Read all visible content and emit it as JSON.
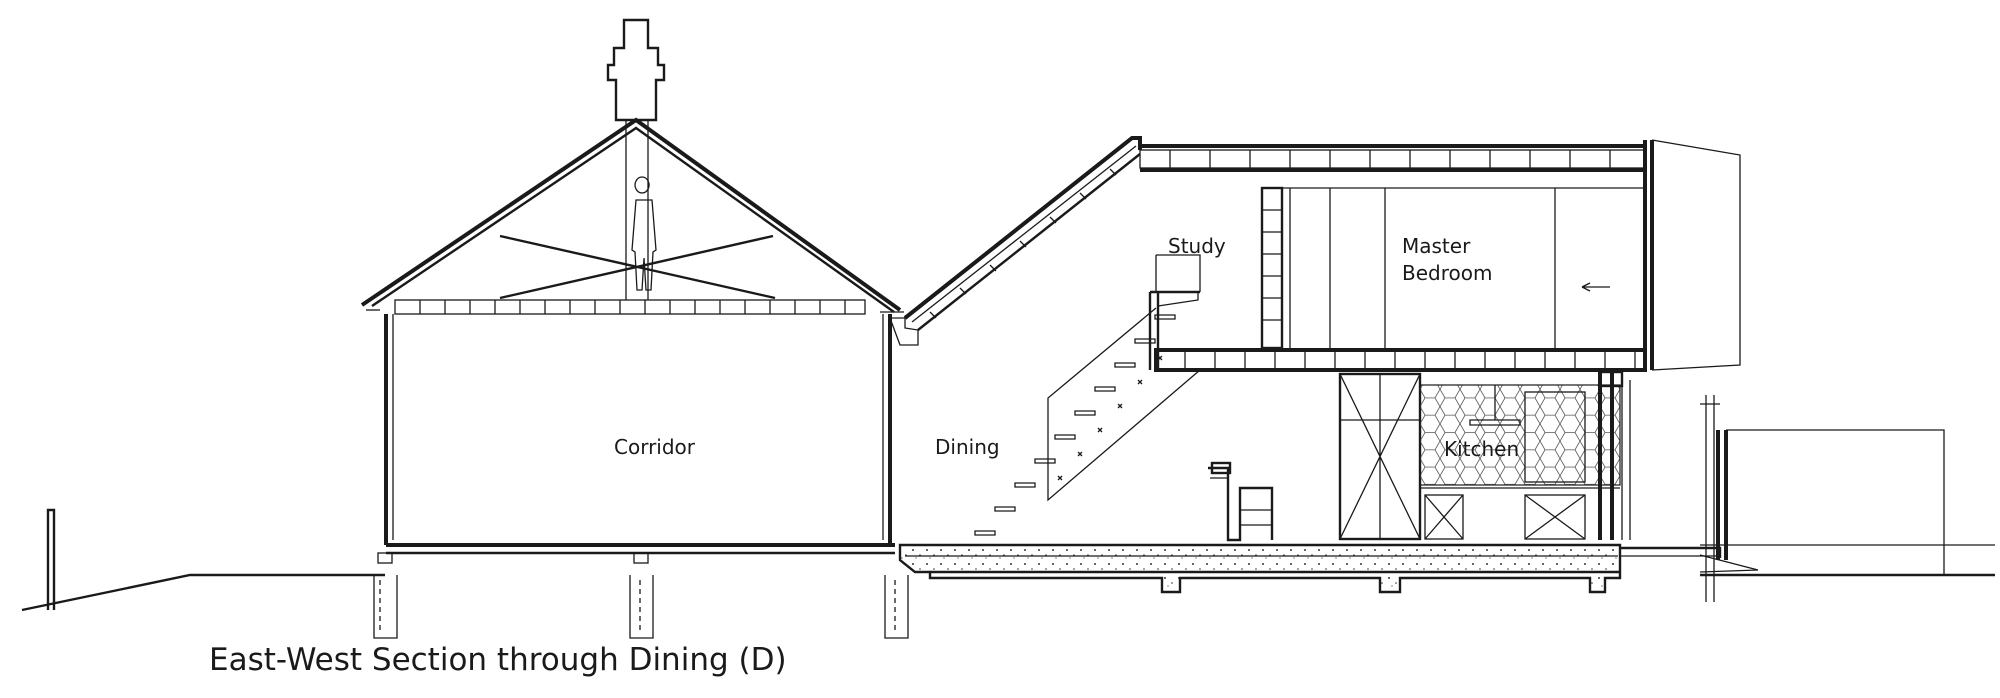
{
  "drawing": {
    "title": "East-West Section through Dining  (D)",
    "rooms": {
      "corridor": "Corridor",
      "dining": "Dining",
      "study": "Study",
      "master_bedroom_line1": "Master",
      "master_bedroom_line2": "Bedroom",
      "kitchen": "Kitchen"
    }
  },
  "colors": {
    "ink": "#1a1a1a",
    "paper": "#ffffff",
    "concrete": "#f2f2f2"
  }
}
